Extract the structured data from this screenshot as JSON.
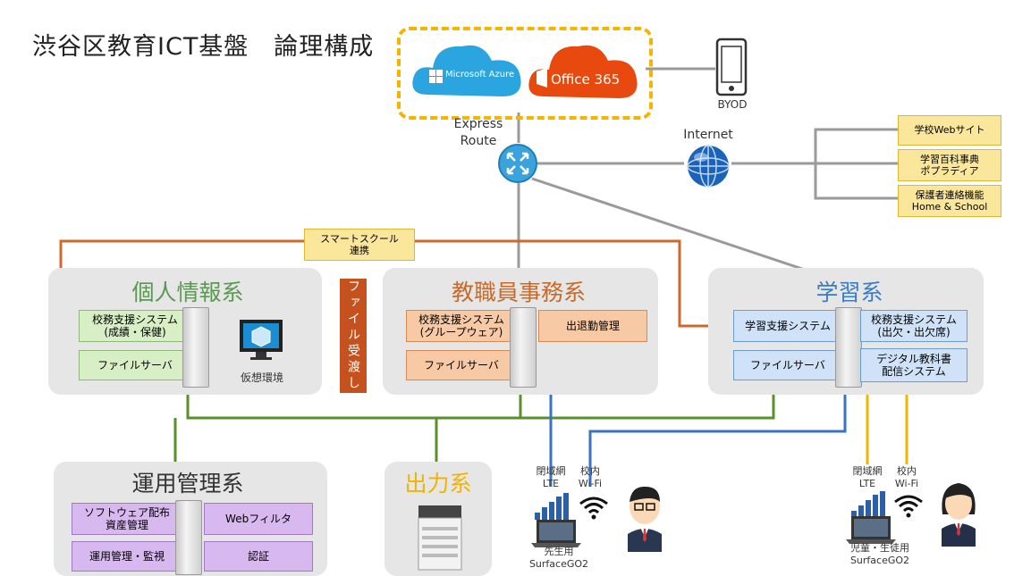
{
  "title": "渋谷区教育ICT基盤　論理構成",
  "cloud": {
    "azure_label": "Microsoft Azure",
    "office_label": "Office 365",
    "express_route": "Express\nRoute",
    "internet": "Internet",
    "byod": "BYOD"
  },
  "external_links": [
    "学校Webサイト",
    "学習百科事典\nポプラディア",
    "保護者連絡機能\nHome & School"
  ],
  "smart_school": "スマートスクール\n連携",
  "file_transfer": "ファイル受渡し",
  "groups": {
    "personal": {
      "title": "個人情報系",
      "box1": "校務支援システム\n(成績・保健)",
      "box2": "ファイルサーバ",
      "virtual": "仮想環境"
    },
    "staff": {
      "title": "教職員事務系",
      "box1": "校務支援システム\n(グループウェア)",
      "box2": "ファイルサーバ",
      "box3": "出退勤管理"
    },
    "learning": {
      "title": "学習系",
      "box1": "学習支援システム",
      "box2": "ファイルサーバ",
      "box3": "校務支援システム\n(出欠・出欠席)",
      "box4": "デジタル教科書\n配信システム"
    },
    "ops": {
      "title": "運用管理系",
      "box1": "ソフトウェア配布\n資産管理",
      "box2": "Webフィルタ",
      "box3": "運用管理・監視",
      "box4": "認証"
    },
    "output": {
      "title": "出力系"
    }
  },
  "teacher": {
    "lte": "閉域網\nLTE",
    "wifi": "校内\nWi-Fi",
    "device": "先生用\nSurfaceGO2"
  },
  "student": {
    "lte": "閉域網\nLTE",
    "wifi": "校内\nWi-Fi",
    "device": "児童・生徒用\nSurfaceGO2"
  },
  "colors": {
    "orange_line": "#d0682a",
    "green_line": "#5a8f2a",
    "blue_line": "#3a73c4",
    "yellow_line": "#f5b400",
    "gray_line": "#9a9a9a"
  }
}
